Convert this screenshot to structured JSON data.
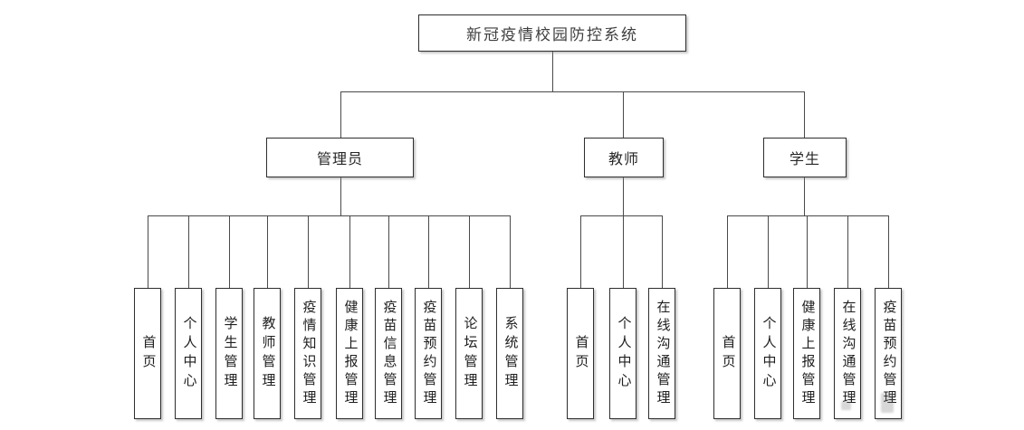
{
  "diagram_title": "新冠疫情校园防控系统",
  "tree": {
    "root": "新冠疫情校园防控系统",
    "branches": [
      {
        "label": "管理员",
        "children": [
          "首页",
          "个人中心",
          "学生管理",
          "教师管理",
          "疫情知识管理",
          "健康上报管理",
          "疫苗信息管理",
          "疫苗预约管理",
          "论坛管理",
          "系统管理"
        ]
      },
      {
        "label": "教师",
        "children": [
          "首页",
          "个人中心",
          "在线沟通管理"
        ]
      },
      {
        "label": "学生",
        "children": [
          "首页",
          "个人中心",
          "健康上报管理",
          "在线沟通管理",
          "疫苗预约管理"
        ]
      }
    ]
  },
  "colors": {
    "background": "#ffffff",
    "box_fill": "#ffffff",
    "box_border": "#2e2e2e",
    "connector": "#4a4a4a",
    "text": "#262626"
  }
}
